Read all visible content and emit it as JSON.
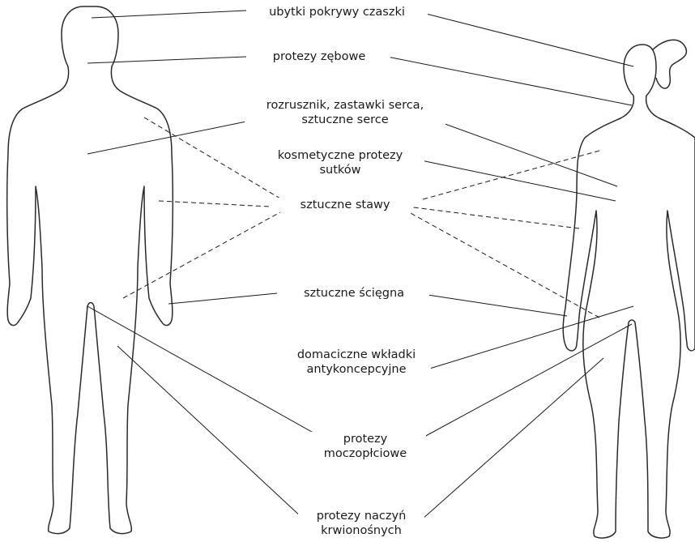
{
  "labels": {
    "skull": [
      "ubytki pokrywy czaszki"
    ],
    "dental": [
      "protezy zębowe"
    ],
    "heart": [
      "rozrusznik, zastawki serca,",
      "sztuczne serce"
    ],
    "breast": [
      "kosmetyczne protezy",
      "sutków"
    ],
    "joints": [
      "sztuczne stawy"
    ],
    "tendons": [
      "sztuczne ścięgna"
    ],
    "contraceptive": [
      "domaciczne wkładki",
      "antykoncepcyjne"
    ],
    "urogenital": [
      "protezy",
      "moczopłciowe"
    ],
    "vessels": [
      "protezy naczyń",
      "krwionośnych"
    ]
  }
}
